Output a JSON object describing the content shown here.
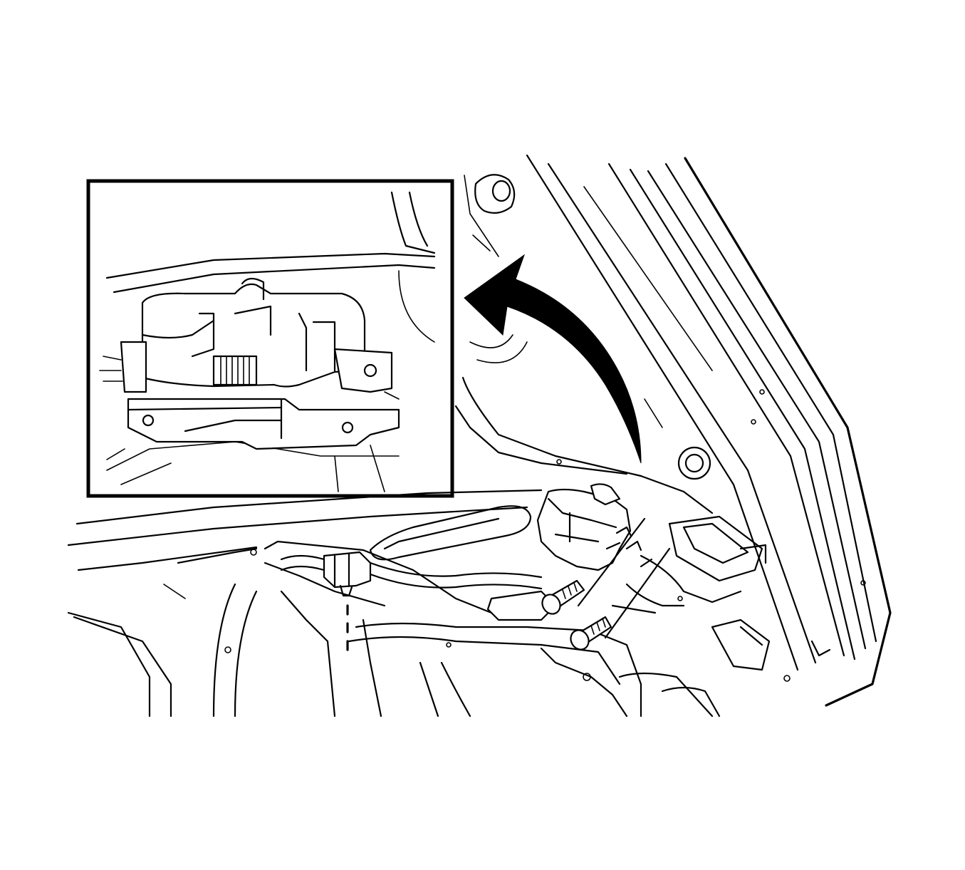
{
  "figure": {
    "colors": {
      "line": "#000000",
      "background": "#ffffff"
    },
    "inset": {
      "present": true,
      "content": "lock-actuator-detail"
    },
    "callouts": {
      "arrow": "curved-arrow-pointing-to-inset",
      "fasteners": 2
    }
  }
}
